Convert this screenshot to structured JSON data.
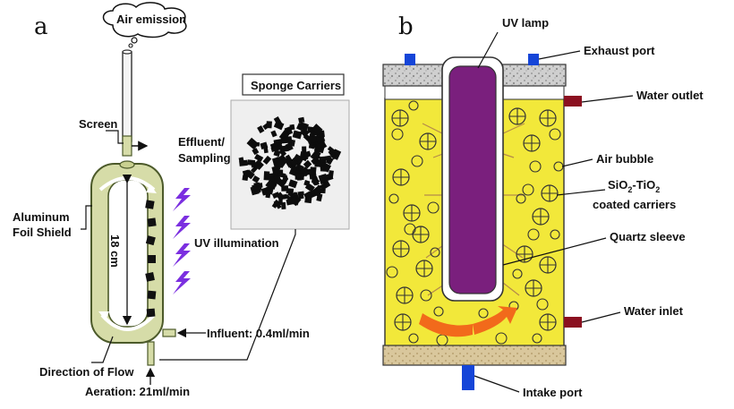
{
  "panel_a": {
    "letter": "a",
    "air_emission": "Air emission",
    "screen": "Screen",
    "effluent": "Effluent/",
    "sampling": "Sampling",
    "aluminum": "Aluminum",
    "foil_shield": "Foil Shield",
    "length": "18 cm",
    "uv_illumination": "UV illumination",
    "influent": "Influent: 0.4ml/min",
    "direction_of_flow": "Direction of Flow",
    "aeration": "Aeration: 21ml/min",
    "sponge_carriers": "Sponge Carriers"
  },
  "panel_b": {
    "letter": "b",
    "uv_lamp": "UV lamp",
    "exhaust_port": "Exhaust port",
    "water_outlet": "Water outlet",
    "air_bubble": "Air bubble",
    "carrier_label_line1_prefix": "SiO",
    "carrier_label_sub1": "2",
    "carrier_label_mid": "-TiO",
    "carrier_label_sub2": "2",
    "carrier_label_line2": "coated carriers",
    "quartz_sleeve": "Quartz sleeve",
    "water_inlet": "Water inlet",
    "intake_port": "Intake port"
  },
  "colors": {
    "reactor_body": "#d6dca8",
    "reactor_edge": "#4c5a2a",
    "uv_bolt": "#7b2fe0",
    "liquid": "#f2e83a",
    "lamp": "#7a1f7d",
    "cap_stone": "#c9c9c9",
    "base_sand": "#d8c49a",
    "port_blue": "#1545d8",
    "port_red": "#8b1020",
    "flow_arrow": "#f26a1b"
  }
}
